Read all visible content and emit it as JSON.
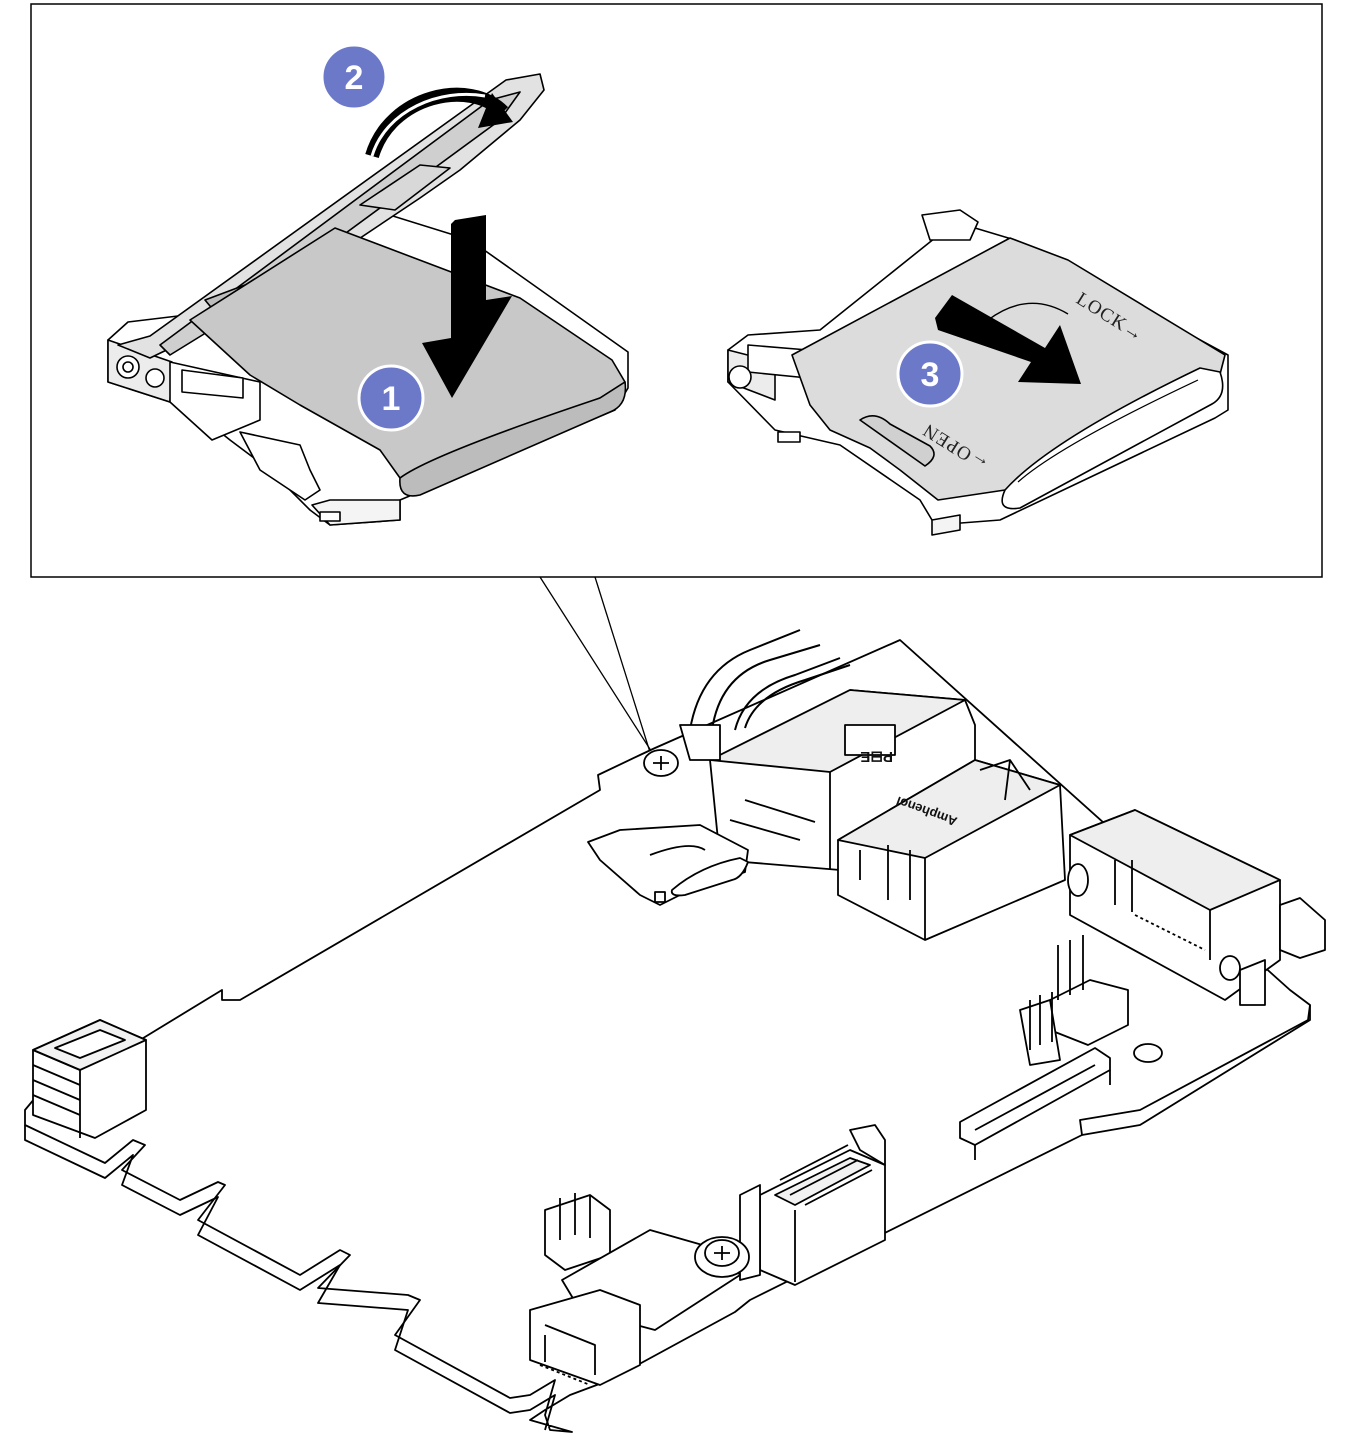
{
  "callouts": [
    {
      "number": "1",
      "meaning": "insert-card"
    },
    {
      "number": "2",
      "meaning": "close-cover"
    },
    {
      "number": "3",
      "meaning": "slide-to-lock"
    }
  ],
  "labels": {
    "lock": "LOCK→",
    "open": "←OPEN",
    "brand": "Amphenol",
    "connector_mark": "P⊟E"
  },
  "colors": {
    "callout_fill": "#6b79c8",
    "card_fill": "#c8c8c8",
    "metal_fill": "#dcdcdc",
    "line": "#000000"
  }
}
